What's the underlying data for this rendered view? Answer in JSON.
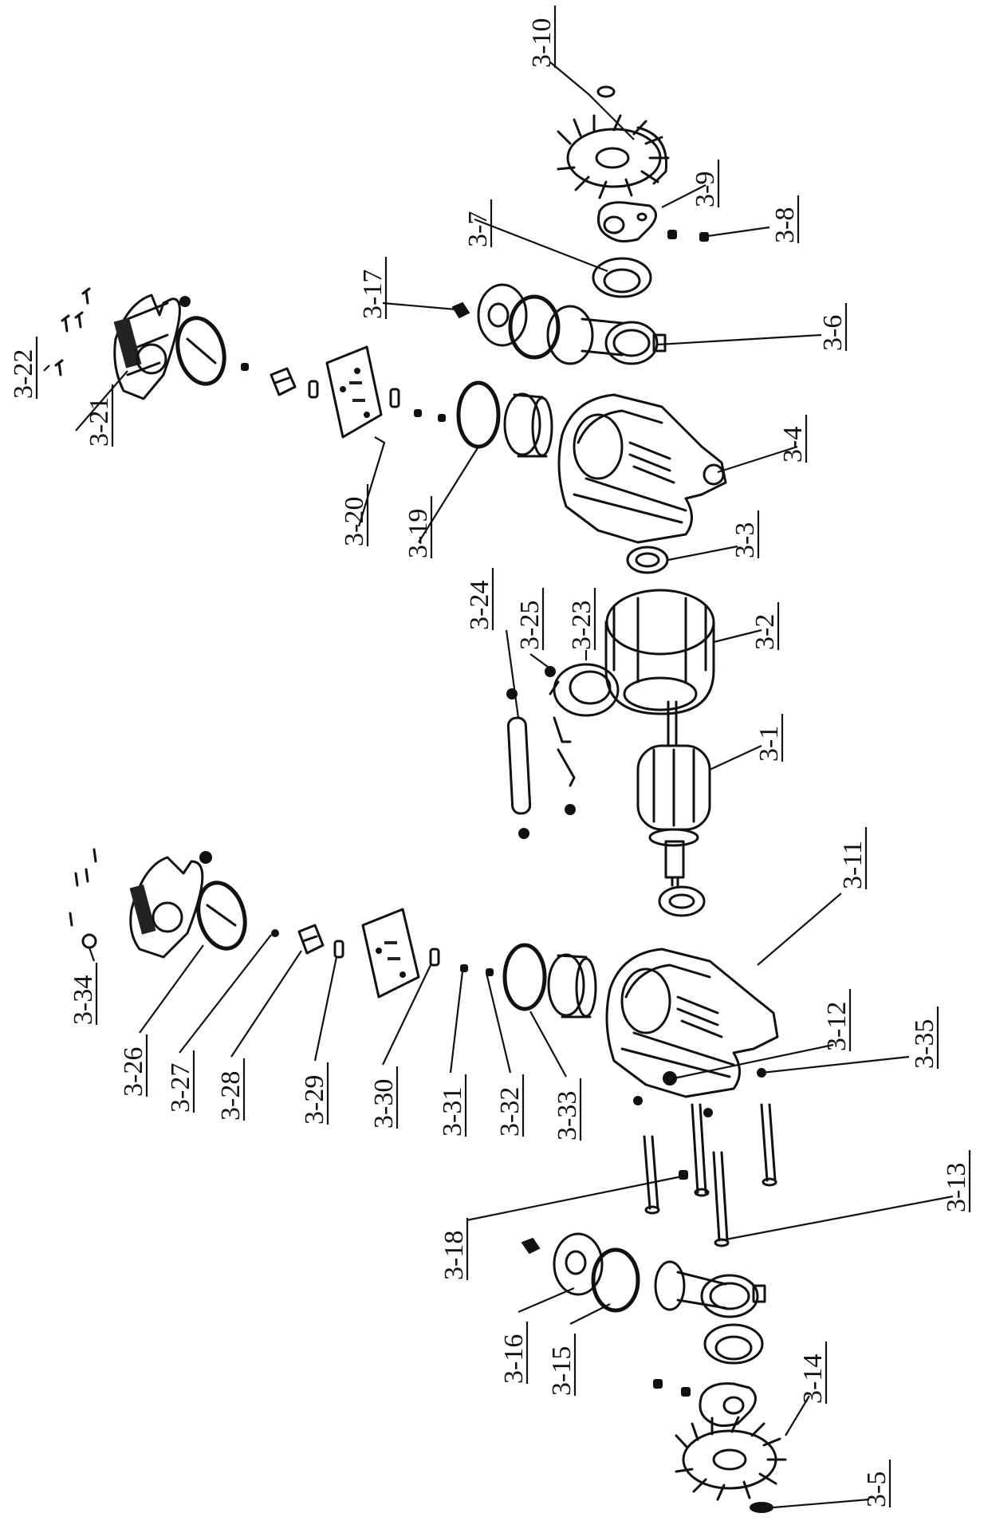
{
  "diagram": {
    "labels": {
      "3-1": "3-1",
      "3-2": "3-2",
      "3-3": "3-3",
      "3-4": "3-4",
      "3-5": "3-5",
      "3-6": "3-6",
      "3-7": "3-7",
      "3-8": "3-8",
      "3-9": "3-9",
      "3-10": "3-10",
      "3-11": "3-11",
      "3-12": "3-12",
      "3-13": "3-13",
      "3-14": "3-14",
      "3-15": "3-15",
      "3-16": "3-16",
      "3-17": "3-17",
      "3-18": "3-18",
      "3-19": "3-19",
      "3-20": "3-20",
      "3-21": "3-21",
      "3-22": "3-22",
      "3-23": "3-23",
      "3-24": "3-24",
      "3-25": "3-25",
      "3-26": "3-26",
      "3-27": "3-27",
      "3-28": "3-28",
      "3-29": "3-29",
      "3-30": "3-30",
      "3-31": "3-31",
      "3-32": "3-32",
      "3-33": "3-33",
      "3-34": "3-34",
      "3-35": "3-35"
    }
  }
}
